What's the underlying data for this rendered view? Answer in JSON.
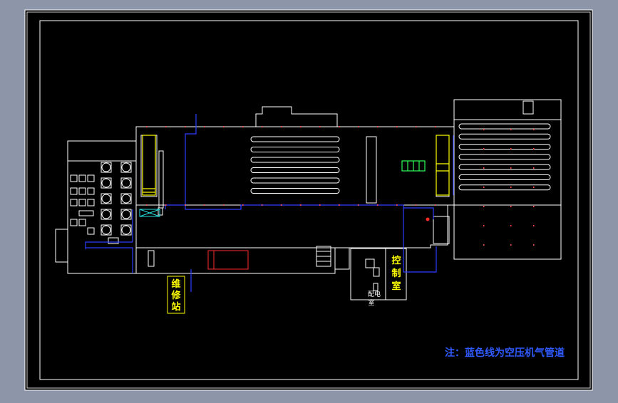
{
  "colors": {
    "background": "#8d95a8",
    "sheet": "#000000",
    "line": "#ffffff",
    "pipe": "#2f3dff",
    "label_yellow": "#ffff00",
    "red": "#ff2a2a",
    "green": "#2eff5a",
    "note": "#2f5bff"
  },
  "labels": {
    "note": "注：蓝色线为空压机气管道",
    "repair_station": [
      "维",
      "修",
      "站"
    ],
    "control_room": [
      "控",
      "制",
      "室"
    ],
    "power_room": "配电",
    "power_room_2": "室"
  },
  "lines": {
    "count_main": 6,
    "count_right": 7
  }
}
